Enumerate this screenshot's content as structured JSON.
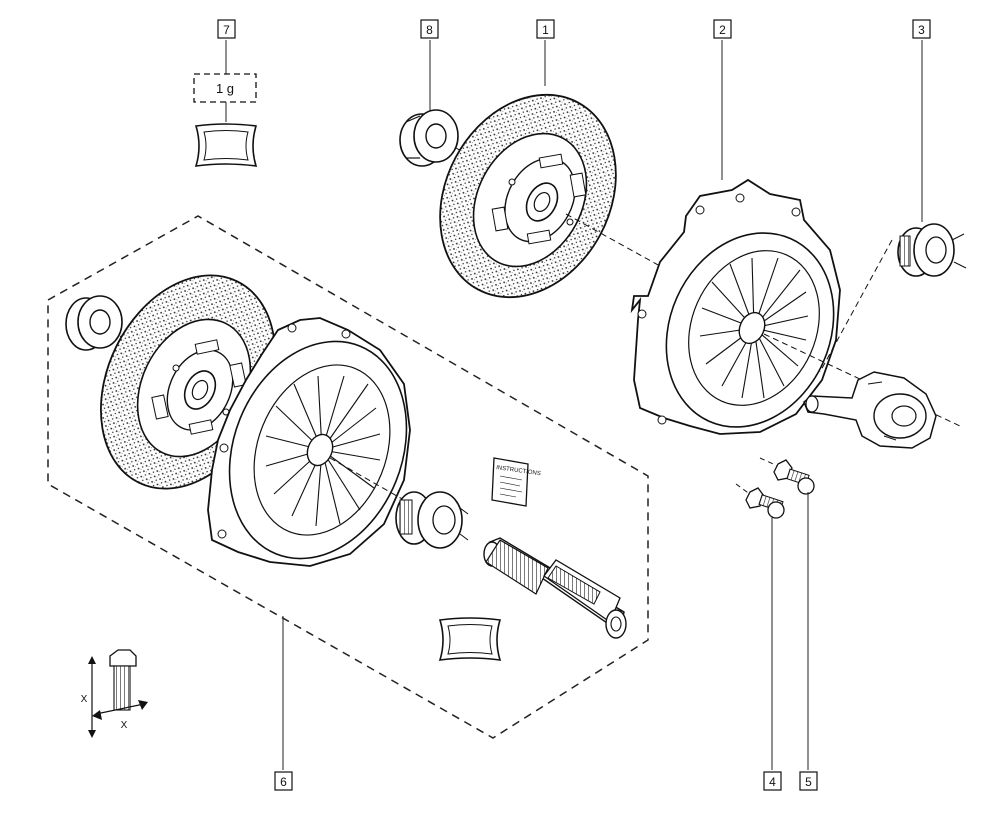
{
  "callouts": {
    "c1": "1",
    "c2": "2",
    "c3": "3",
    "c4": "4",
    "c5": "5",
    "c6": "6",
    "c7": "7",
    "c8": "8"
  },
  "grease_quantity": "1 g",
  "booklet_label": "INSTRUCTIONS",
  "dimension_label": "X"
}
